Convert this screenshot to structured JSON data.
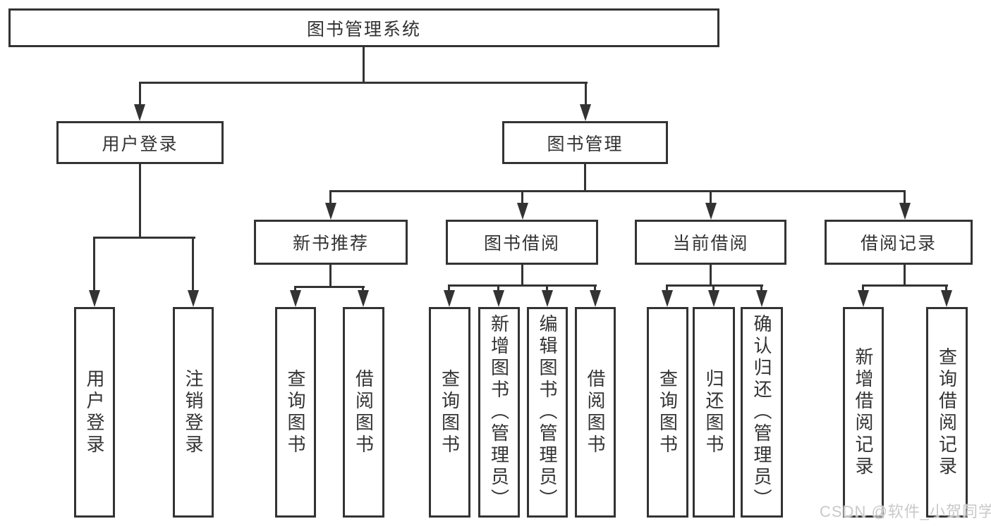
{
  "diagram": {
    "root": "图书管理系统",
    "level2": {
      "user_login": "用户登录",
      "book_management": "图书管理"
    },
    "level3": {
      "new_book_recommend": "新书推荐",
      "book_borrow": "图书借阅",
      "current_borrow": "当前借阅",
      "borrow_record": "借阅记录"
    },
    "leaves": {
      "user_login": [
        "用户登录",
        "注销登录"
      ],
      "new_book_recommend": [
        "查询图书",
        "借阅图书"
      ],
      "book_borrow": [
        "查询图书",
        "新增图书（管理员）",
        "编辑图书（管理员）",
        "借阅图书"
      ],
      "current_borrow": [
        "查询图书",
        "归还图书",
        "确认归还（管理员）"
      ],
      "borrow_record": [
        "新增借阅记录",
        "查询借阅记录"
      ]
    },
    "watermark": "CSDN @软件_小贺同学",
    "colors": {
      "line": "#333333",
      "text": "#333333",
      "watermark": "#c9c9c9",
      "background": "#ffffff"
    }
  }
}
